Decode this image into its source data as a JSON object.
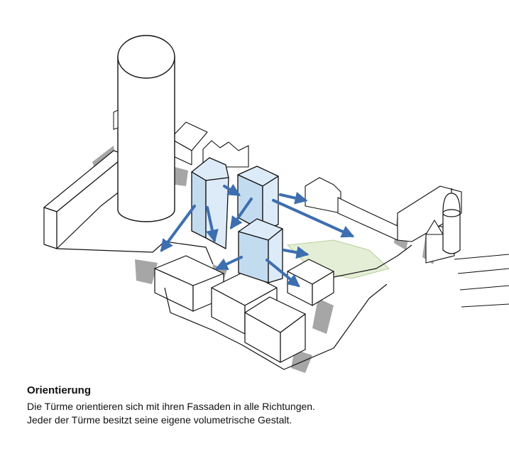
{
  "caption": {
    "title": "Orientierung",
    "lines": [
      "Die Türme orientieren sich mit ihren Fassaden in alle Richtungen.",
      "Jeder der Türme besitzt seine eigene volumetrische Gestalt."
    ]
  },
  "colors": {
    "outline": "#111111",
    "shadow": "#a6a6a6",
    "tower_face": "#dcebf7",
    "tower_face_dark": "#c3dbef",
    "arrow": "#3d6fb0",
    "green_area": "#e4eed6",
    "building_face": "#ffffff"
  },
  "icons": [
    "orientation-arrow"
  ]
}
